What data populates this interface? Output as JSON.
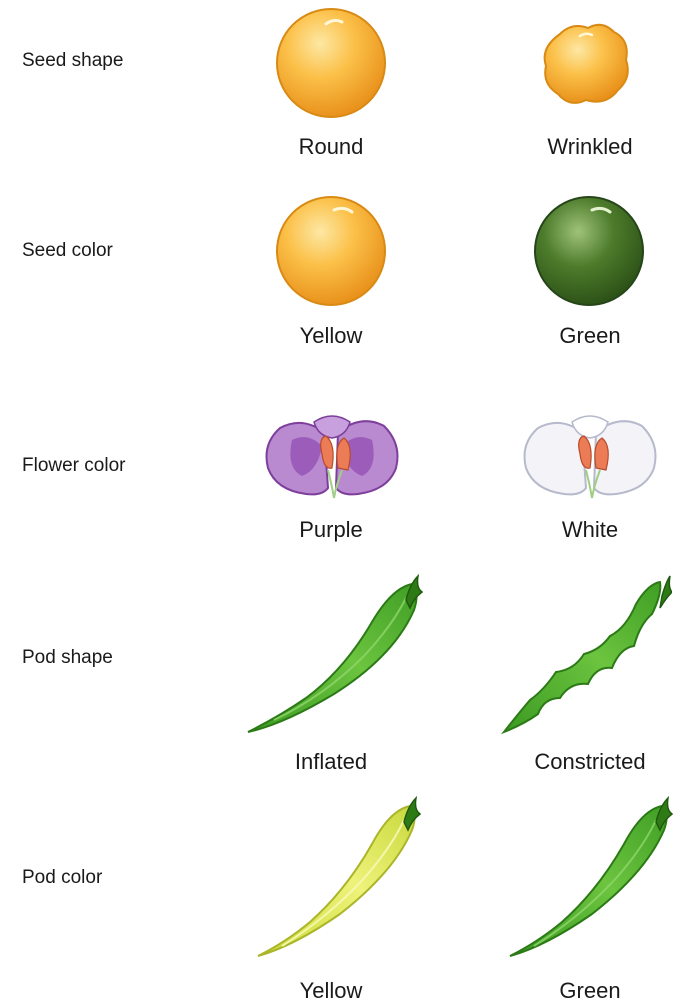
{
  "traits": [
    {
      "name": "Seed shape",
      "variants": [
        {
          "label": "Round",
          "icon": "round-yellow-seed-icon"
        },
        {
          "label": "Wrinkled",
          "icon": "wrinkled-yellow-seed-icon"
        }
      ]
    },
    {
      "name": "Seed color",
      "variants": [
        {
          "label": "Yellow",
          "icon": "yellow-seed-icon"
        },
        {
          "label": "Green",
          "icon": "green-seed-icon"
        }
      ]
    },
    {
      "name": "Flower color",
      "variants": [
        {
          "label": "Purple",
          "icon": "purple-flower-icon"
        },
        {
          "label": "White",
          "icon": "white-flower-icon"
        }
      ]
    },
    {
      "name": "Pod shape",
      "variants": [
        {
          "label": "Inflated",
          "icon": "inflated-pod-icon"
        },
        {
          "label": "Constricted",
          "icon": "constricted-pod-icon"
        }
      ]
    },
    {
      "name": "Pod color",
      "variants": [
        {
          "label": "Yellow",
          "icon": "yellow-pod-icon"
        },
        {
          "label": "Green",
          "icon": "green-pod-icon"
        }
      ]
    }
  ],
  "colors": {
    "seed_yellow": "#f7a821",
    "seed_green": "#3f6e22",
    "flower_purple": "#9b5bb7",
    "stamen_orange": "#e8704a",
    "pod_green": "#4fb32e",
    "pod_yellow": "#d8e64a"
  }
}
